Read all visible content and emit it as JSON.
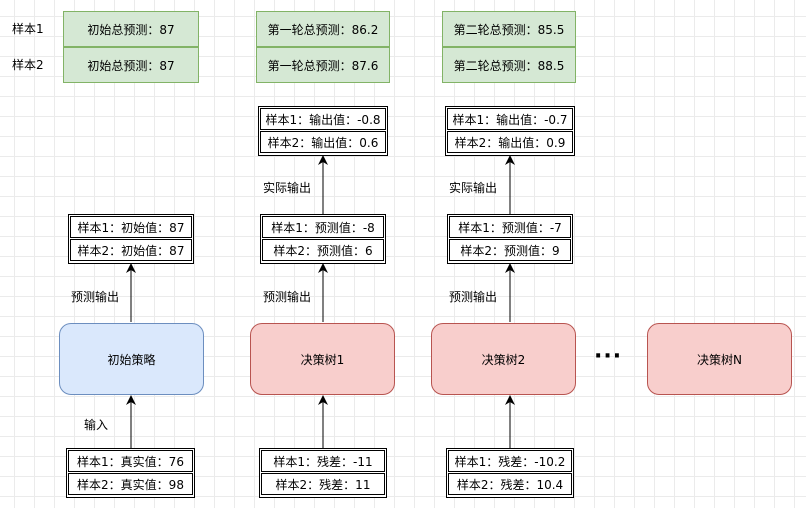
{
  "row_labels": {
    "s1": "样本1",
    "s2": "样本2"
  },
  "summaries": {
    "initial": {
      "s1": "初始总预测：87",
      "s2": "初始总预测：87"
    },
    "round1": {
      "s1": "第一轮总预测：86.2",
      "s2": "第一轮总预测：87.6"
    },
    "round2": {
      "s1": "第二轮总预测：85.5",
      "s2": "第二轮总预测：88.5"
    }
  },
  "outputs": {
    "tree1": {
      "s1": "样本1：输出值：-0.8",
      "s2": "样本2：输出值：0.6"
    },
    "tree2": {
      "s1": "样本1：输出值：-0.7",
      "s2": "样本2：输出值：0.9"
    }
  },
  "predictions": {
    "initial": {
      "s1": "样本1：初始值：87",
      "s2": "样本2：初始值：87"
    },
    "tree1": {
      "s1": "样本1：预测值：-8",
      "s2": "样本2：预测值：6"
    },
    "tree2": {
      "s1": "样本1：预测值：-7",
      "s2": "样本2：预测值：9"
    }
  },
  "inputs": {
    "initial": {
      "s1": "样本1：真实值：76",
      "s2": "样本2：真实值：98"
    },
    "tree1": {
      "s1": "样本1：残差：-11",
      "s2": "样本2：残差：11"
    },
    "tree2": {
      "s1": "样本1：残差：-10.2",
      "s2": "样本2：残差：10.4"
    }
  },
  "nodes": {
    "initial": "初始策略",
    "tree1": "决策树1",
    "tree2": "决策树2",
    "treeN": "决策树N"
  },
  "ellipsis": "···",
  "edge_labels": {
    "actual_output": "实际输出",
    "predict_output": "预测输出",
    "input": "输入"
  },
  "colors": {
    "summary_fill": "#d5e8d4",
    "summary_border": "#82b366",
    "initial_fill": "#dae8fc",
    "initial_border": "#6c8ebf",
    "tree_fill": "#f8cecc",
    "tree_border": "#b85450"
  }
}
